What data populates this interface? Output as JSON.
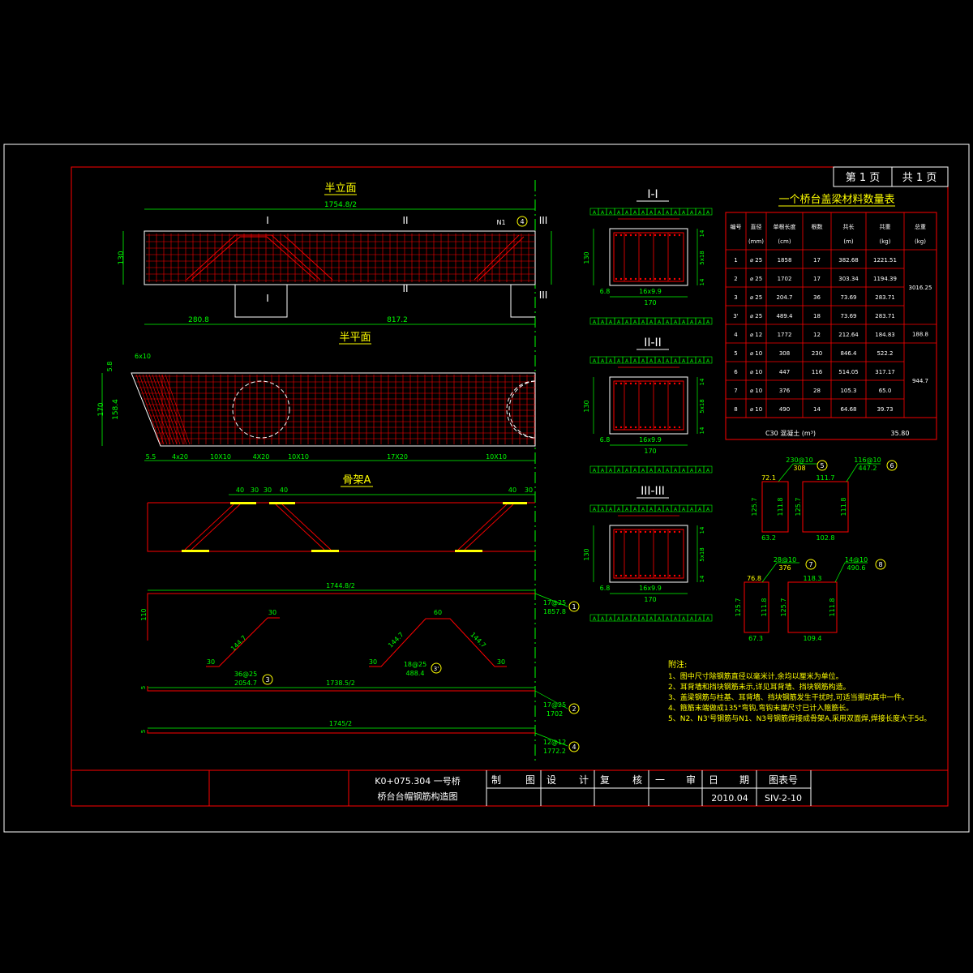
{
  "colors": {
    "frame": "#ffffff",
    "border": "#ff0000",
    "dim": "#00ff00",
    "text": "#ffffff",
    "rebar": "#ff0000",
    "accent": "#ffff00"
  },
  "page_box": {
    "page": "第 1 页",
    "total": "共 1 页"
  },
  "views": {
    "half_elevation": {
      "title": "半立面",
      "total_len": "1754.8/2",
      "height": "130",
      "left_len": "280.8",
      "right_len": "817.2",
      "mark_I": "I",
      "mark_II": "II",
      "mark_III": "III",
      "tag": "N1",
      "circle": "4"
    },
    "half_plan": {
      "title": "半平面",
      "height": "170",
      "inner": "158.4",
      "side_a": "5.8",
      "tag_a": "6x10",
      "dims": [
        "5.5",
        "4x20",
        "10X10",
        "4X20",
        "10X10",
        "17X20",
        "10X10"
      ]
    },
    "frame_a": {
      "title": "骨架A",
      "dims": [
        "40",
        "30",
        "30",
        "40",
        "40",
        "30"
      ]
    }
  },
  "sections": [
    {
      "title": "I-I",
      "height": "130",
      "bottom": "16x9.9",
      "total": "170",
      "side": "6.8",
      "right_dims": [
        "14",
        "5x18",
        "14"
      ]
    },
    {
      "title": "II-II",
      "height": "130",
      "bottom": "16x9.9",
      "total": "170",
      "side": "6.8",
      "right_dims": [
        "14",
        "5x18",
        "14"
      ]
    },
    {
      "title": "III-III",
      "height": "130",
      "bottom": "16x9.9",
      "total": "170",
      "side": "6.8",
      "right_dims": [
        "14",
        "5x18",
        "14"
      ]
    }
  ],
  "bars": [
    {
      "total": "1744.8/2",
      "label": "17@25",
      "len": "1857.8",
      "num": "1",
      "h": "110"
    },
    {
      "total": "1738.5/2",
      "label": "17@25",
      "len": "1702",
      "num": "2",
      "h": "5"
    },
    {
      "total": "1745/2",
      "label": "12@12",
      "len": "1772.2",
      "num": "4",
      "h": "5"
    }
  ],
  "bent_bars": {
    "bar3": {
      "label": "36@25",
      "len": "2054.7",
      "num": "3",
      "a": "30",
      "b": "144.7",
      "c": "30"
    },
    "bar3p": {
      "label": "18@25",
      "len": "488.4",
      "num": "3'",
      "a": "30",
      "b": "144.7",
      "c": "60",
      "d": "144.7",
      "e": "30"
    }
  },
  "table": {
    "title": "一个桥台盖梁材料数量表",
    "headers": [
      "编号",
      "直径",
      "单根长度",
      "根数",
      "共长",
      "共重",
      "总重"
    ],
    "units": [
      "",
      "(mm)",
      "(cm)",
      "",
      "(m)",
      "(kg)",
      "(kg)"
    ],
    "rows": [
      [
        "1",
        "25",
        "1858",
        "17",
        "382.68",
        "1221.51"
      ],
      [
        "2",
        "25",
        "1702",
        "17",
        "303.34",
        "1194.39"
      ],
      [
        "3",
        "25",
        "204.7",
        "36",
        "73.69",
        "283.71"
      ],
      [
        "3'",
        "25",
        "489.4",
        "18",
        "73.69",
        "283.71"
      ],
      [
        "4",
        "12",
        "1772",
        "12",
        "212.64",
        "184.83"
      ],
      [
        "5",
        "10",
        "308",
        "230",
        "846.4",
        "522.2"
      ],
      [
        "6",
        "10",
        "447",
        "116",
        "514.05",
        "317.17"
      ],
      [
        "7",
        "10",
        "376",
        "28",
        "105.3",
        "65.0"
      ],
      [
        "8",
        "10",
        "490",
        "14",
        "64.68",
        "39.73"
      ]
    ],
    "group_totals": [
      "3016.25",
      "188.8",
      "944.7"
    ],
    "concrete_label": "C30 混凝土 (m³)",
    "concrete_val": "35.80"
  },
  "stirrups": [
    {
      "label": "230@10",
      "sub": "308",
      "num": "5",
      "w": "72.1",
      "h1": "125.7",
      "h2": "111.8",
      "bottom": "63.2"
    },
    {
      "label": "116@10",
      "sub": "447.2",
      "num": "6",
      "w": "111.7",
      "h1": "125.7",
      "h2": "111.8",
      "bottom": "102.8"
    },
    {
      "label": "28@10",
      "sub": "376",
      "num": "7",
      "w": "76.8",
      "h1": "125.7",
      "h2": "111.8",
      "bottom": "67.3"
    },
    {
      "label": "14@10",
      "sub": "490.6",
      "num": "8",
      "w": "118.3",
      "h1": "125.7",
      "h2": "111.8",
      "bottom": "109.4"
    }
  ],
  "notes": {
    "title": "附注:",
    "lines": [
      "1、图中尺寸除钢筋直径以毫米计,余均以厘米为单位。",
      "2、耳背墙和挡块钢筋未示,详见耳背墙、挡块钢筋构造。",
      "3、盖梁钢筋与柱基、耳背墙、挡块钢筋发生干扰时,可适当挪动其中一件。",
      "4、箍筋末端做成135°弯钩,弯钩末端尺寸已计入箍筋长。",
      "5、N2、N3'号钢筋与N1、N3号钢筋焊接成骨架A,采用双面焊,焊接长度大于5d。"
    ]
  },
  "title_block": {
    "project_line1": "K0+075.304 一号桥",
    "project_line2": "桥台台帽钢筋构造图",
    "cells": [
      "制",
      "图",
      "设",
      "计",
      "复",
      "核",
      "一",
      "审",
      "日",
      "期",
      "图表号"
    ],
    "date": "2010.04",
    "drawing_no": "SIV-2-10"
  }
}
